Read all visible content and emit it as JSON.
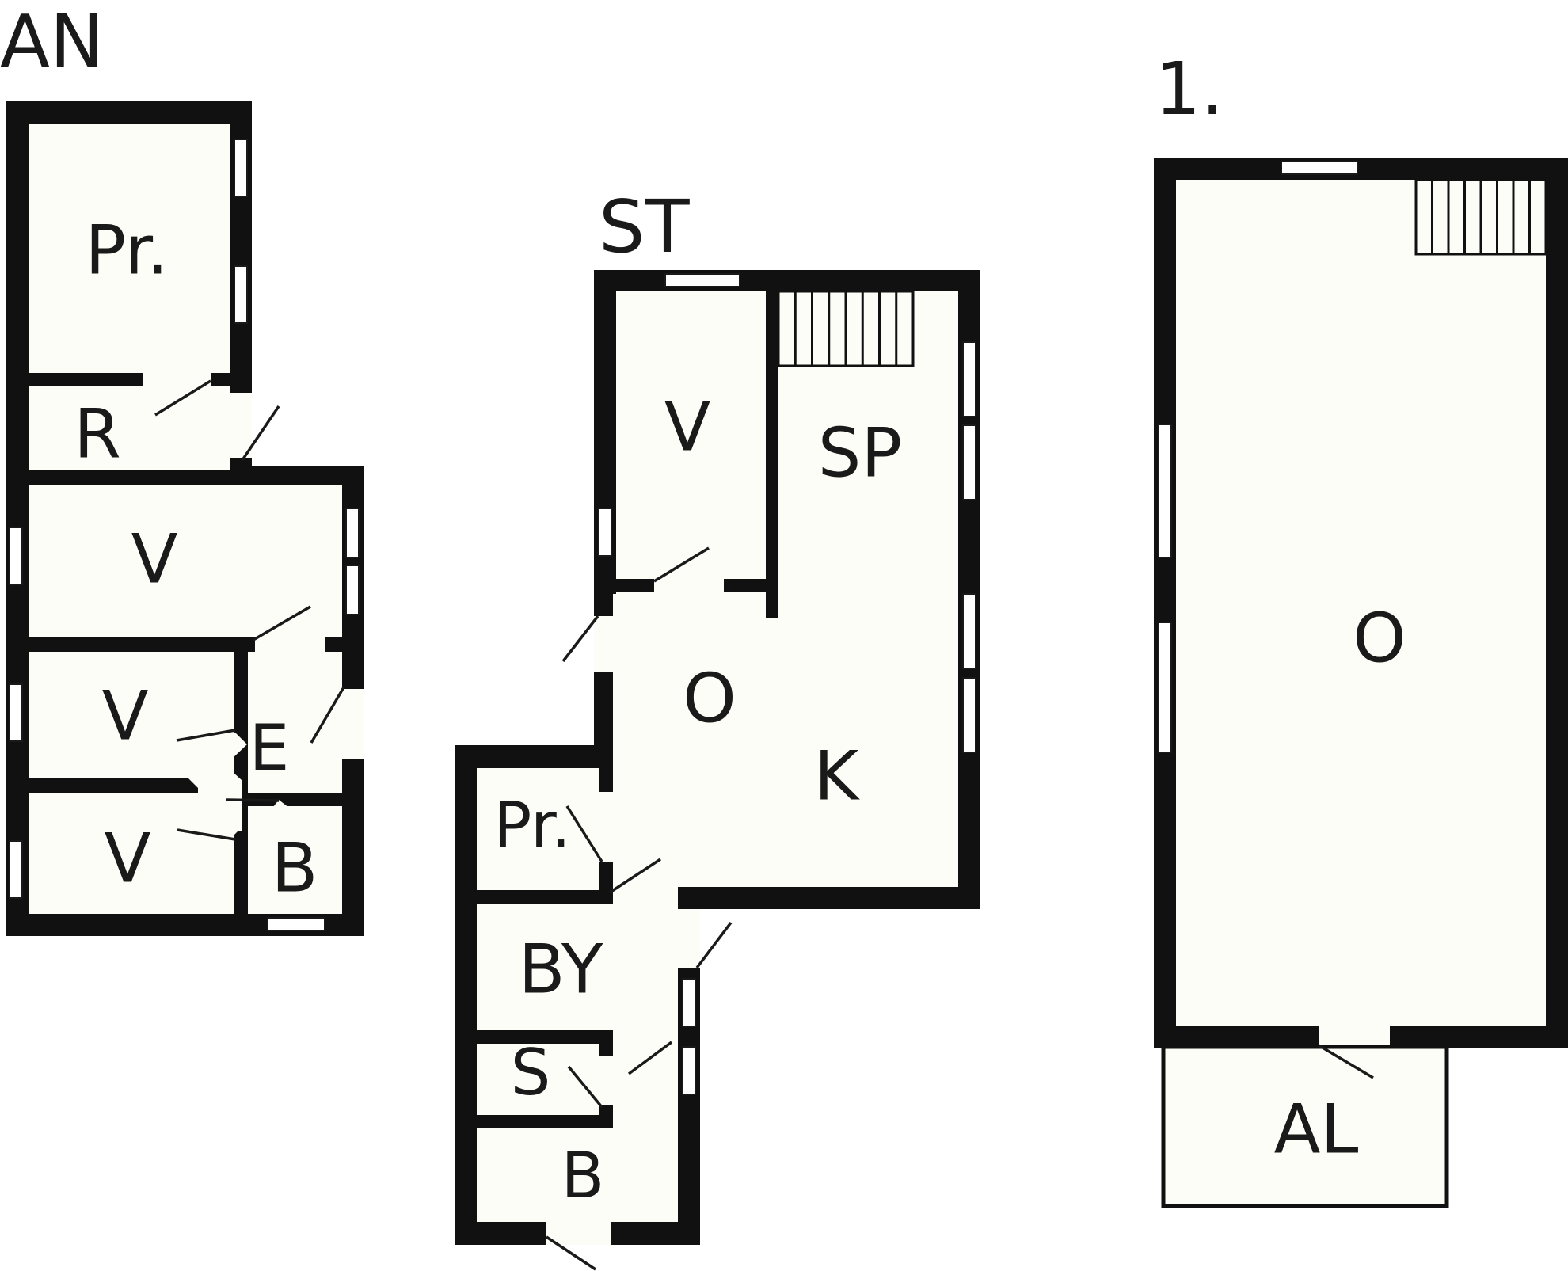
{
  "floors": {
    "an": {
      "label": "AN"
    },
    "st": {
      "label": "ST"
    },
    "first": {
      "label": "1."
    }
  },
  "rooms": {
    "an_pr": "Pr.",
    "an_r": "R",
    "an_v1": "V",
    "an_v2": "V",
    "an_v3": "V",
    "an_e": "E",
    "an_b": "B",
    "st_v": "V",
    "st_sp": "SP",
    "st_o": "O",
    "st_k": "K",
    "st_pr": "Pr.",
    "st_by": "BY",
    "st_s": "S",
    "st_b": "B",
    "first_o": "O",
    "first_al": "AL"
  },
  "colors": {
    "wall": "#111111",
    "floor": "#fdfdf8",
    "background": "#ffffff"
  }
}
